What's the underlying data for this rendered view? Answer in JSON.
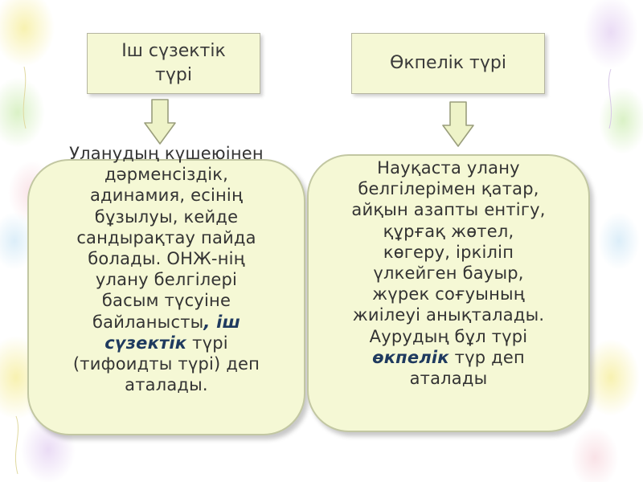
{
  "left_card": {
    "title": "Іш сүзектік түрі",
    "body_lines": [
      "Уланудың күшеюінен",
      "дәрменсіздік,",
      "адинамия, есінің",
      "бұзылуы, кейде",
      "сандырақтау пайда",
      "болады. ОНЖ-нің",
      "улану белгілері",
      "басым түсуіне"
    ],
    "line9_before": "байланысты",
    "line9_emphasis": ", іш",
    "line10_emphasis": "сүзектік",
    "line10_after": " түрі",
    "line11": "(тифоидты түрі) деп",
    "line12": "аталады."
  },
  "right_card": {
    "title": "Өкпелік түрі",
    "body_lines": [
      "Науқаста улану",
      "белгілерімен қатар,",
      "айқын азапты ентігу,",
      "құрғақ жөтел,",
      "көгеру, іркіліп",
      "үлкейген бауыр,",
      "жүрек соғуының",
      "жиілеуі анықталады.",
      "Аурудың бұл түрі"
    ],
    "line10_emphasis": "өкпелік",
    "line10_after": " түр деп",
    "line11": "аталады"
  },
  "colors": {
    "box_fill": "#f5f8d5",
    "box_border": "#c2c7a2",
    "arrow_fill": "#eef3c8",
    "emphasis_text": "#1f3a5f"
  }
}
